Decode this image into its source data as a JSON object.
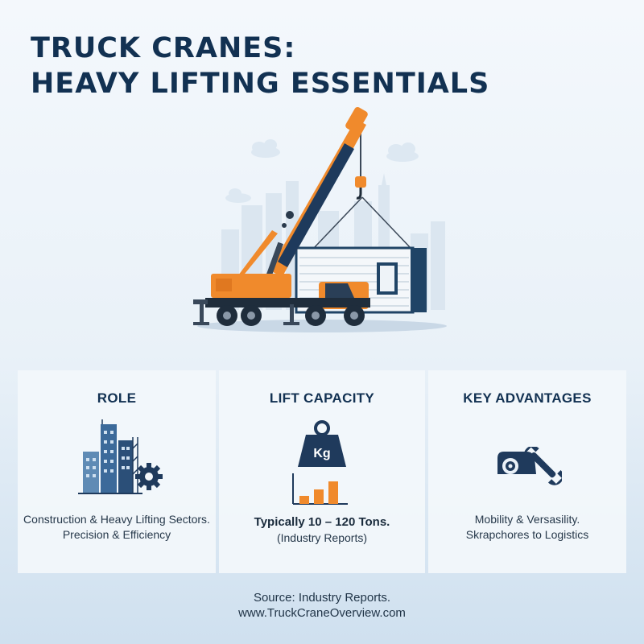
{
  "title": {
    "line1": "TRUCK CRANES:",
    "line2": "HEAVY LIFTING ESSENTIALS"
  },
  "hero": {
    "illustration_icon": "truck-crane-lifting-container"
  },
  "cards": {
    "role": {
      "heading": "ROLE",
      "icon": "city-buildings-gear-icon",
      "line1": "Construction & Heavy Lifting Sectors.",
      "line2": "Precision & Efficiency"
    },
    "capacity": {
      "heading": "LIFT CAPACITY",
      "icon": "kg-weight-chart-icon",
      "weight_label": "Kg",
      "line1": "Typically 10 – 120 Tons.",
      "line2": "(Industry Reports)"
    },
    "advantages": {
      "heading": "KEY ADVANTAGES",
      "icon": "vehicle-wrench-icon",
      "line1": "Mobility & Versasility.",
      "line2": "Skrapchores to Logistics"
    }
  },
  "source": {
    "line1": "Source: Industry Reports.",
    "line2": "www.TruckCraneOverview.com"
  },
  "colors": {
    "navy": "#123152",
    "orange": "#f08a2c",
    "background": "#eaf1f8"
  }
}
